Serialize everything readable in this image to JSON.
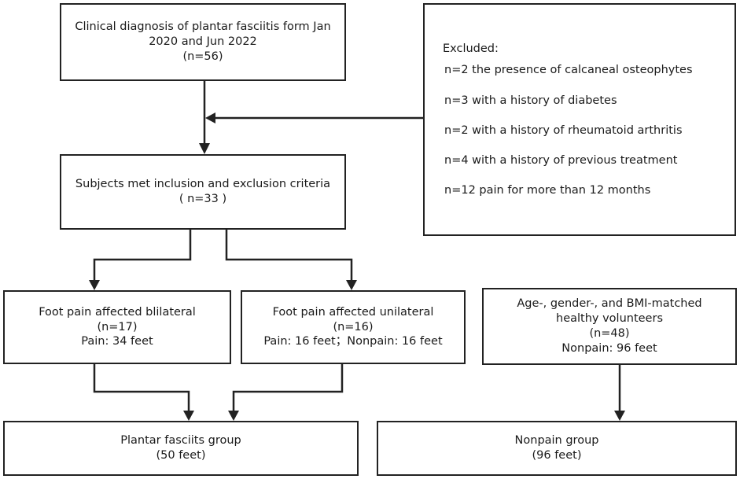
{
  "boxes": {
    "diagnosis": {
      "line1": "Clinical diagnosis of plantar fasciitis form Jan",
      "line2": "2020 and Jun 2022",
      "line3": "(n=56)"
    },
    "excluded": {
      "title": "Excluded:",
      "items": [
        "n=2  the presence of calcaneal osteophytes",
        "n=3  with a history of diabetes",
        "n=2  with a history of rheumatoid arthritis",
        "n=4  with a history of previous treatment",
        "n=12  pain for more than 12 months"
      ]
    },
    "subjects": {
      "line1": "Subjects met inclusion and exclusion criteria",
      "line2": "( n=33 )"
    },
    "bilateral": {
      "line1": "Foot pain affected blilateral",
      "line2": "(n=17)",
      "line3": "Pain: 34 feet"
    },
    "unilateral": {
      "line1": "Foot pain affected unilateral",
      "line2": "(n=16)",
      "line3": "Pain: 16 feet；Nonpain: 16 feet"
    },
    "healthy": {
      "line1": "Age-, gender-, and BMI-matched",
      "line2": "healthy volunteers",
      "line3": "(n=48)",
      "line4": "Nonpain: 96 feet"
    },
    "pf_group": {
      "line1": "Plantar fasciits group",
      "line2": "(50 feet)"
    },
    "nonpain_group": {
      "line1": "Nonpain group",
      "line2": "(96 feet)"
    }
  },
  "colors": {
    "line": "#222222",
    "background": "#ffffff"
  }
}
